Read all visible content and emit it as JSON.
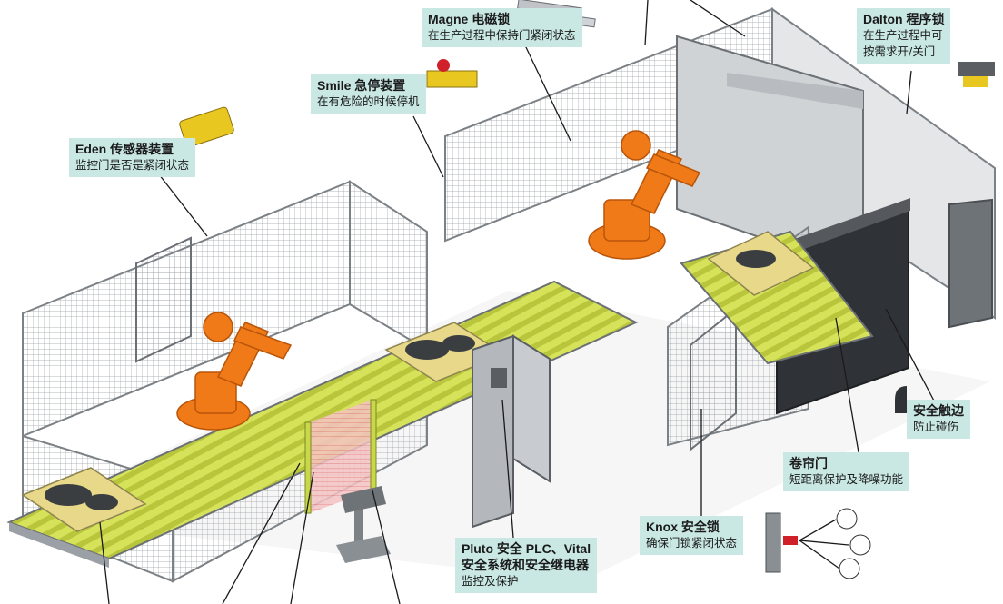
{
  "callouts": {
    "magne": {
      "title": "Magne 电磁锁",
      "desc": "在生产过程中保持门紧闭状态"
    },
    "dalton": {
      "title": "Dalton 程序锁",
      "desc1": "在生产过程中可",
      "desc2": "按需求开/关门"
    },
    "smile": {
      "title": "Smile 急停装置",
      "desc": "在有危险的时候停机"
    },
    "eden": {
      "title": "Eden 传感器装置",
      "desc": "监控门是否是紧闭状态"
    },
    "safety_edge": {
      "title": "安全触边",
      "desc": "防止碰伤"
    },
    "roller_door": {
      "title": "卷帘门",
      "desc": "短距离保护及降噪功能"
    },
    "knox": {
      "title": "Knox 安全锁",
      "desc": "确保门锁紧闭状态"
    },
    "pluto": {
      "title1": "Pluto 安全 PLC、Vital",
      "title2": "安全系统和安全继电器",
      "desc": "监控及保护"
    }
  },
  "colors": {
    "callout_bg": "#c9e8e4",
    "robot": "#f07a18",
    "roller": "#c8d84a",
    "fence": "#8a8f94",
    "light_curtain": "#f2a9a9",
    "tray": "#e8d98a"
  }
}
